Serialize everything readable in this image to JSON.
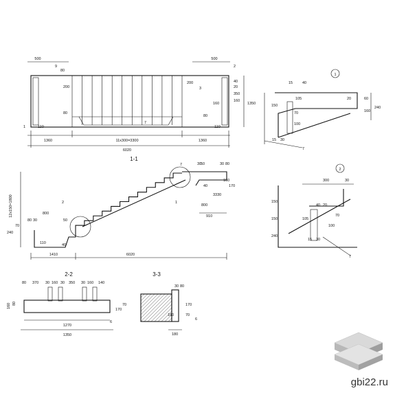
{
  "plan": {
    "dims_bottom": [
      "1360",
      "11x300=3300",
      "1360"
    ],
    "total": "6020",
    "dims_top_left": "500",
    "dims_top_right": "500",
    "left_small": [
      "80",
      "200",
      "80",
      "110"
    ],
    "right_small": [
      "200",
      "80",
      "160",
      "110"
    ],
    "right_column": [
      "40",
      "20",
      "350",
      "160",
      "1350"
    ],
    "markers": [
      "9",
      "2",
      "1",
      "3",
      "7"
    ],
    "section_marker": "1"
  },
  "section_1_1": {
    "title": "1-1",
    "dims_bottom": [
      "1410",
      "6020"
    ],
    "left_vertical": "12x150=1800",
    "left_small": [
      "800",
      "50",
      "30",
      "80",
      "240",
      "70",
      "110",
      "40"
    ],
    "right_small": [
      "910",
      "800",
      "3330",
      "40",
      "170",
      "30",
      "80",
      "30",
      "50",
      "160"
    ],
    "markers": [
      "2",
      "7",
      "1"
    ]
  },
  "detail_1": {
    "title": "1",
    "dims": [
      "15",
      "40",
      "105",
      "150",
      "60",
      "160",
      "240",
      "70",
      "100",
      "15",
      "30",
      "20"
    ],
    "marker": "7"
  },
  "detail_2": {
    "title": "2",
    "dims": [
      "300",
      "30",
      "150",
      "150",
      "105",
      "100",
      "70",
      "240",
      "15",
      "30",
      "20",
      "40"
    ],
    "marker": "7"
  },
  "section_2_2": {
    "title": "2-2",
    "dims_top": [
      "80",
      "370",
      "30",
      "160",
      "30",
      "350",
      "30",
      "160",
      "140"
    ],
    "dims_bottom": [
      "1270",
      "1350"
    ],
    "dims_left": [
      "160",
      "80"
    ],
    "dims_right": [
      "170",
      "70"
    ],
    "marker": "6"
  },
  "section_3_3": {
    "title": "3-3",
    "dims": [
      "30",
      "80",
      "170",
      "70",
      "160",
      "180"
    ],
    "marker": "6"
  },
  "brand": {
    "text": "gbi22.ru"
  }
}
